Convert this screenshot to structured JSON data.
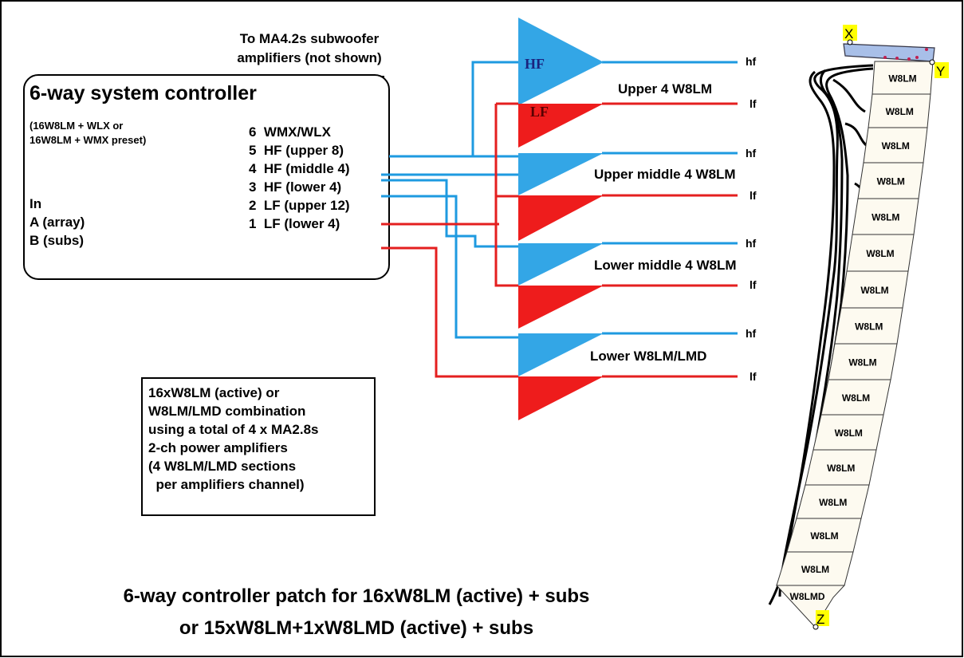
{
  "subwoofer_note": [
    "To MA4.2s subwoofer",
    "amplifiers (not shown)"
  ],
  "controller": {
    "title": "6-way system controller",
    "presets": [
      "(16W8LM + WLX or",
      " 16W8LM + WMX preset)"
    ],
    "inputs": [
      "In",
      "A (array)",
      "B (subs)"
    ],
    "outputs": [
      "6  WMX/WLX",
      "5  HF (upper 8)",
      "4  HF (middle 4)",
      "3  HF (lower 4)",
      "2  LF (upper 12)",
      "1  LF (lower 4)"
    ]
  },
  "amplifier_labels": {
    "hf": "HF",
    "lf": "LF"
  },
  "sections": [
    "Upper 4 W8LM",
    "Upper middle 4 W8LM",
    "Lower middle 4 W8LM",
    "Lower W8LM/LMD"
  ],
  "output_labels": {
    "hf": "hf",
    "lf": "lf"
  },
  "info_box": [
    "16xW8LM (active) or",
    "W8LM/LMD combination",
    "using a total of 4 x MA2.8s",
    "2-ch power amplifiers",
    "(4 W8LM/LMD sections",
    "  per amplifiers channel)"
  ],
  "footer_title": [
    "6-way controller patch for 16xW8LM (active) + subs",
    "or 15xW8LM+1xW8LMD (active) + subs"
  ],
  "array": {
    "cabinets": [
      "W8LM",
      "W8LM",
      "W8LM",
      "W8LM",
      "W8LM",
      "W8LM",
      "W8LM",
      "W8LM",
      "W8LM",
      "W8LM",
      "W8LM",
      "W8LM",
      "W8LM",
      "W8LM",
      "W8LM",
      "W8LMD"
    ],
    "points": [
      "X",
      "Y",
      "Z"
    ]
  },
  "colors": {
    "hf": "#33a6e6",
    "lf": "#ee1c1c",
    "hf_wire": "#1e9ae0",
    "lf_wire": "#e41f1f",
    "marker": "#ffff00"
  }
}
